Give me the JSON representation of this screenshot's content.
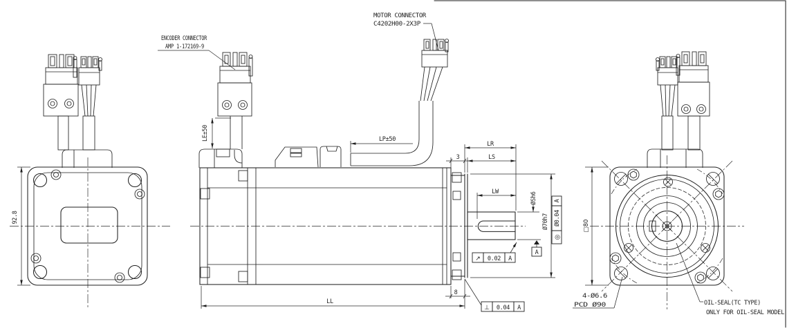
{
  "meta": {
    "background": "#ffffff",
    "line_color": "#1f1f1f",
    "drawing_type": "servo motor outline dimension drawing"
  },
  "labels": {
    "motor_connector_1": "MOTOR CONNECTOR",
    "motor_connector_2": "C4202H00-2X3P",
    "encoder_connector_1": "ENCODER CONNECTOR",
    "encoder_connector_2": "AMP 1-172169-9",
    "oil_seal_1": "OIL-SEAL(TC TYPE)",
    "oil_seal_2": "ONLY FOR OIL-SEAL MODEL",
    "mount_holes": "4-Ø6.6",
    "pcd": "PCD Ø90"
  },
  "dimensions": {
    "body_height": "92.8",
    "lead_encoder": "LE±50",
    "lead_power": "LP±50",
    "shaft_len": "LR",
    "shaft_step": "LS",
    "keyway_len": "LW",
    "boss_step": "3",
    "flange_thick": "8",
    "body_len": "LL",
    "shaft_dia": "ØSh6",
    "spigot_dia": "Ø70h7",
    "flange_sq": "□80"
  },
  "gdt": {
    "runout": {
      "sym": "↗",
      "val": "0.02",
      "datum": "A"
    },
    "concentricity": {
      "sym": "◎",
      "val": "Ø0.04",
      "datum": "A"
    },
    "perpendicularity": {
      "sym": "⊥",
      "val": "0.04",
      "datum": "A"
    },
    "datum": "A"
  }
}
